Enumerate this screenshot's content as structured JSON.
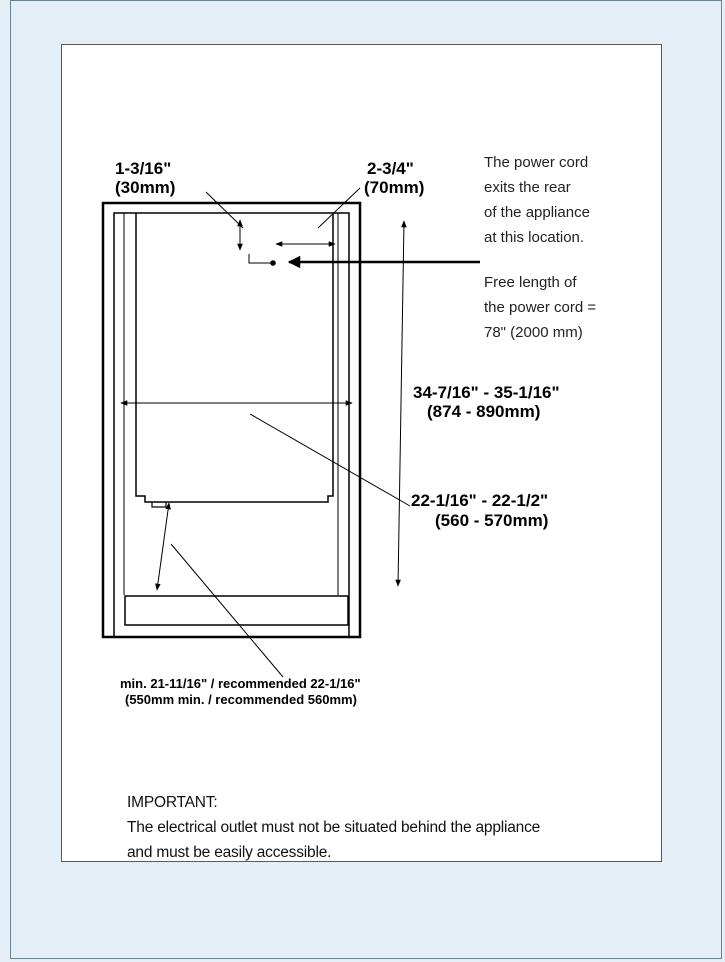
{
  "dimensions": {
    "cord_offset_top": {
      "line1": "1-3/16\"",
      "line2": "(30mm)"
    },
    "cord_offset_side": {
      "line1": "2-3/4\"",
      "line2": "(70mm)"
    },
    "height": {
      "line1": "34-7/16\" - 35-1/16\"",
      "line2": "(874 - 890mm)"
    },
    "width": {
      "line1": "22-1/16\" - 22-1/2\"",
      "line2": "(560 - 570mm)"
    },
    "depth": {
      "line1": "min. 21-11/16\" / recommended 22-1/16\"",
      "line2": "(550mm min. / recommended 560mm)"
    }
  },
  "notes": {
    "cord_exit": [
      "The power cord",
      "exits the rear",
      "of the appliance",
      "at this location."
    ],
    "cord_length": [
      "Free length of",
      "the power cord =",
      "78\" (2000 mm)"
    ]
  },
  "notice": {
    "heading": "IMPORTANT:",
    "line1": "The electrical outlet must not be situated behind the appliance",
    "line2": "and must be easily accessible."
  }
}
